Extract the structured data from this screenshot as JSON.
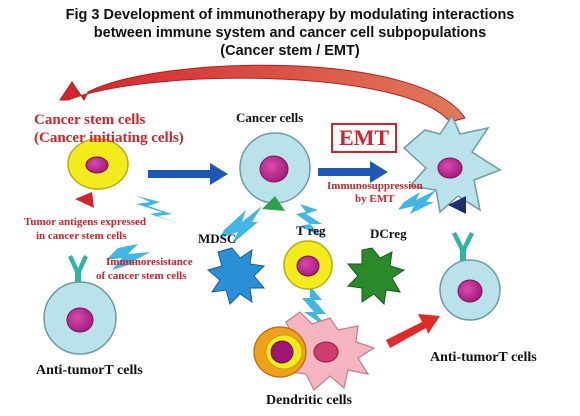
{
  "title": {
    "line1": "Fig 3 Development of immunotherapy by modulating interactions",
    "line2": "between immune system and cancer cell subpopulations",
    "line3": "(Cancer stem / EMT)"
  },
  "labels": {
    "cancer_stem_cells": "Cancer stem cells",
    "cancer_initiating_cells": "(Cancer initiating cells)",
    "cancer_cells": "Cancer cells",
    "emt": "EMT",
    "immunosuppression_line1": "Immunosuppression",
    "immunosuppression_line2": "by EMT",
    "tumor_antigens_line1": "Tumor antigens expressed",
    "tumor_antigens_line2": "in cancer stem cells",
    "immunoresistance_line1": "Immunoresistance",
    "immunoresistance_line2": "of cancer stem cells",
    "mdsc": "MDSC",
    "treg": "T reg",
    "dcreg": "DCreg",
    "anti_tumor_left": "Anti-tumorT cells",
    "anti_tumor_right": "Anti-tumorT cells",
    "dendritic_cells": "Dendritic cells"
  },
  "colors": {
    "red": "#d2232a",
    "blue_arrow": "#1f57b5",
    "cell_fill": "#b9e2ea",
    "cell_stroke": "#6f9aa6",
    "nucleus": "#b5218a",
    "yellow_cell": "#f2ec1c",
    "bolt": "#3fb6e3",
    "mdsc_blue": "#2a8fd6",
    "dcreg_green": "#2a8a2a",
    "dendritic_pink": "#f4b4c0",
    "dendritic_orange": "#f2a01c"
  }
}
